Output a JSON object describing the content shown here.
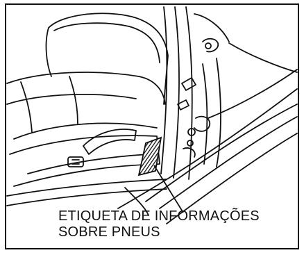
{
  "callout": {
    "line1": "ETIQUETA DE INFORMAÇÕES",
    "line2": "SOBRE PNEUS"
  },
  "colors": {
    "ink": "#111111",
    "paper": "#ffffff"
  },
  "icons": [
    "seat-illustration",
    "door-pillar-illustration",
    "tire-label-icon",
    "leader-line"
  ]
}
